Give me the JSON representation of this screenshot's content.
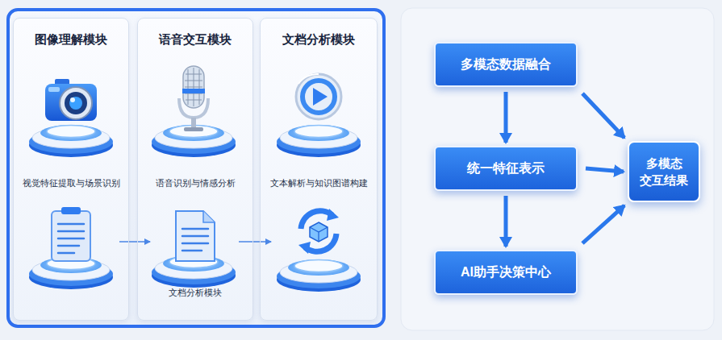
{
  "diagram": {
    "nodes": [
      {
        "text": [
          "图像理解模块",
          "视觉特征提取与场景识别"
        ]
      },
      {
        "text": [
          "语音交互模块",
          "语音识别与情感分析",
          "文档分析模块"
        ]
      },
      {
        "text": [
          "文档分析模块",
          "文本解析与知识图谱构建"
        ]
      },
      {
        "text": [
          "多模态数据融合"
        ]
      },
      {
        "text": [
          "统一特征表示"
        ]
      },
      {
        "text": [
          "AI助手决策中心"
        ]
      },
      {
        "text": [
          "多模态 交互结果"
        ]
      }
    ],
    "edges": [
      {
        "from": 3,
        "to": 4,
        "arrow": "to"
      },
      {
        "from": 4,
        "to": 5,
        "arrow": "to"
      },
      {
        "from": 3,
        "to": 6,
        "arrow": "to"
      },
      {
        "from": 4,
        "to": 6,
        "arrow": "to"
      },
      {
        "from": 5,
        "to": 6,
        "arrow": "to"
      }
    ]
  }
}
